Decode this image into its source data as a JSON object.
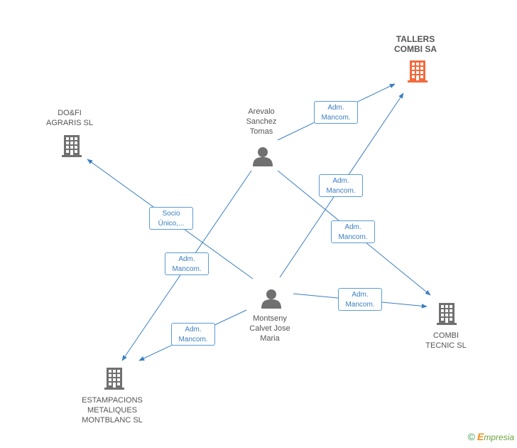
{
  "colors": {
    "edge": "#3a7fc1",
    "company": "#707070",
    "company_main": "#f26a3b",
    "person": "#707070"
  },
  "nodes": [
    {
      "id": "tallers",
      "kind": "company",
      "main": true,
      "lines": [
        "TALLERS",
        "COMBI SA"
      ],
      "icon": "building-icon"
    },
    {
      "id": "dofi",
      "kind": "company",
      "main": false,
      "lines": [
        "DO&FI",
        "AGRARIS SL"
      ],
      "icon": "building-icon"
    },
    {
      "id": "arevalo",
      "kind": "person",
      "lines": [
        "Arevalo",
        "Sanchez",
        "Tomas"
      ],
      "icon": "person-icon"
    },
    {
      "id": "montseny",
      "kind": "person",
      "lines": [
        "Montseny",
        "Calvet Jose",
        "Maria"
      ],
      "icon": "person-icon"
    },
    {
      "id": "combitecnic",
      "kind": "company",
      "main": false,
      "lines": [
        "COMBI",
        "TECNIC SL"
      ],
      "icon": "building-icon"
    },
    {
      "id": "estampacions",
      "kind": "company",
      "main": false,
      "lines": [
        "ESTAMPACIONS",
        "METALIQUES",
        "MONTBLANC SL"
      ],
      "icon": "building-icon"
    }
  ],
  "edges": [
    {
      "from": "arevalo",
      "to": "tallers",
      "label": [
        "Adm.",
        "Mancom."
      ]
    },
    {
      "from": "montseny",
      "to": "tallers",
      "label": [
        "Adm.",
        "Mancom."
      ]
    },
    {
      "from": "arevalo",
      "to": "combitecnic",
      "label": [
        "Adm.",
        "Mancom."
      ]
    },
    {
      "from": "montseny",
      "to": "combitecnic",
      "label": [
        "Adm.",
        "Mancom."
      ]
    },
    {
      "from": "montseny",
      "to": "dofi",
      "label": [
        "Socio",
        "Único,..."
      ]
    },
    {
      "from": "arevalo",
      "to": "estampacions",
      "label": [
        "Adm.",
        "Mancom."
      ]
    },
    {
      "from": "montseny",
      "to": "estampacions",
      "label": [
        "Adm.",
        "Mancom."
      ]
    }
  ],
  "brand": {
    "copyright": "©",
    "logo_initial": "E",
    "logo_rest": "mpresia"
  }
}
